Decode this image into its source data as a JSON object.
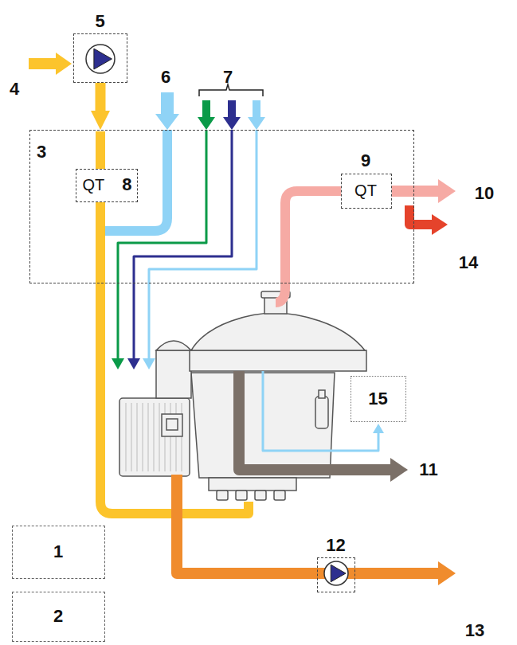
{
  "diagram": {
    "nodes": [
      {
        "text": [
          "3"
        ]
      },
      {
        "text": [
          "5"
        ]
      },
      {
        "text": [
          "QT",
          "8"
        ],
        "in": 0
      },
      {
        "text": [
          "9",
          "QT"
        ],
        "in": 0
      },
      {
        "text": [
          "15"
        ]
      },
      {
        "text": [
          "1"
        ]
      },
      {
        "text": [
          "2"
        ]
      },
      {
        "text": [
          "12"
        ]
      }
    ],
    "edges": [
      {
        "from": 1,
        "to": 0,
        "arrow": "to"
      }
    ],
    "labels": [
      "4",
      "6",
      "7",
      "10",
      "11",
      "13",
      "14"
    ]
  }
}
